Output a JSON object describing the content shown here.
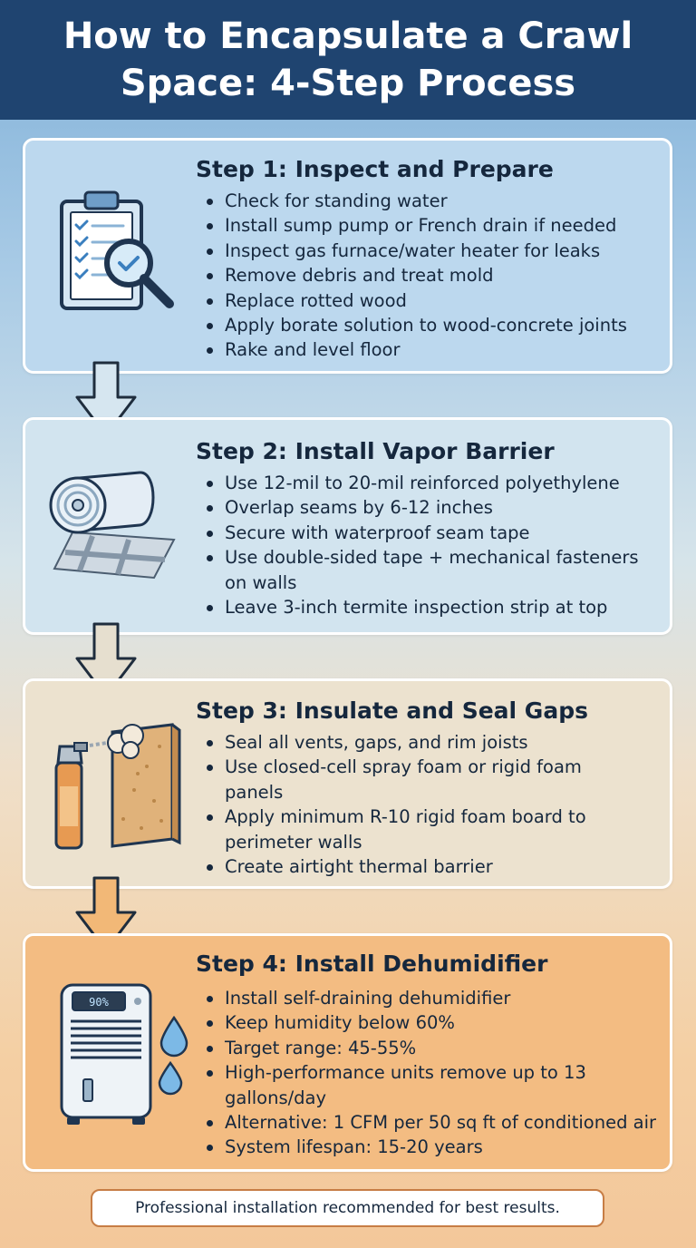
{
  "header": {
    "title": "How to Encapsulate a Crawl Space: 4-Step Process"
  },
  "steps": [
    {
      "title": "Step 1: Inspect and Prepare",
      "icon": "clipboard-magnifier-icon",
      "items": [
        "Check for standing water",
        "Install sump pump or French drain if needed",
        "Inspect gas furnace/water heater for leaks",
        "Remove debris and treat mold",
        "Replace rotted wood",
        "Apply borate solution to wood-concrete joints",
        "Rake and level floor"
      ]
    },
    {
      "title": "Step 2: Install Vapor Barrier",
      "icon": "vapor-barrier-roll-icon",
      "items": [
        "Use 12-mil to 20-mil reinforced polyethylene",
        "Overlap seams by 6-12 inches",
        "Secure with waterproof seam tape",
        "Use double-sided tape + mechanical fasteners on walls",
        "Leave 3-inch termite inspection strip at top"
      ]
    },
    {
      "title": "Step 3: Insulate and Seal Gaps",
      "icon": "spray-foam-icon",
      "items": [
        "Seal all vents, gaps, and rim joists",
        "Use closed-cell spray foam or rigid foam panels",
        "Apply minimum R-10 rigid foam board to perimeter walls",
        "Create airtight thermal barrier"
      ]
    },
    {
      "title": "Step 4: Install Dehumidifier",
      "icon": "dehumidifier-icon",
      "display": "90%",
      "items": [
        "Install self-draining dehumidifier",
        "Keep humidity below 60%",
        "Target range: 45-55%",
        "High-performance units remove up to 13 gallons/day",
        "Alternative: 1 CFM per 50 sq ft of conditioned air",
        "System lifespan: 15-20 years"
      ]
    }
  ],
  "footer": {
    "text": "Professional installation recommended for best results."
  },
  "colors": {
    "header": "#1f4470",
    "step1": "#bcd8ee",
    "step2": "#d2e4ef",
    "step3": "#ece2cf",
    "step4": "#f3bc82",
    "footer_border": "#c77d45"
  }
}
